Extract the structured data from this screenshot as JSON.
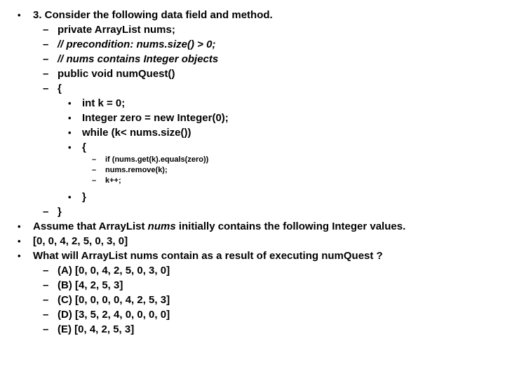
{
  "slide": {
    "background_color": "#ffffff",
    "text_color": "#000000",
    "markers": {
      "bullet": "•",
      "dash": "–"
    },
    "lines": [
      {
        "level": 1,
        "text": "3. Consider the following data field and method."
      },
      {
        "level": 2,
        "text": "private ArrayList nums;"
      },
      {
        "level": 2,
        "text": "// precondition: nums.size() > 0;",
        "italic": true
      },
      {
        "level": 2,
        "text": "// nums contains Integer objects",
        "italic": true
      },
      {
        "level": 2,
        "text": "public void numQuest()"
      },
      {
        "level": 2,
        "text": "{"
      },
      {
        "level": 3,
        "text": "int k = 0;"
      },
      {
        "level": 3,
        "text": "Integer zero = new Integer(0);"
      },
      {
        "level": 3,
        "text": "while (k< nums.size())"
      },
      {
        "level": 3,
        "text": "{"
      },
      {
        "level": 4,
        "text": "if (nums.get(k).equals(zero))"
      },
      {
        "level": 4,
        "text": "nums.remove(k);"
      },
      {
        "level": 4,
        "text": "k++;"
      },
      {
        "level": 3,
        "text": "}"
      },
      {
        "level": 2,
        "text": "}"
      },
      {
        "level": 1,
        "text_pre": "Assume that ArrayList ",
        "text_italic": "nums",
        "text_post": " initially contains the following Integer values."
      },
      {
        "level": 1,
        "text": "[0, 0, 4, 2, 5, 0, 3, 0]"
      },
      {
        "level": 1,
        "text": "What will ArrayList nums contain as a result of executing numQuest ?"
      },
      {
        "level": 2,
        "text": "(A) [0, 0, 4, 2, 5, 0, 3, 0]"
      },
      {
        "level": 2,
        "text": "(B) [4, 2, 5, 3]"
      },
      {
        "level": 2,
        "text": "(C) [0, 0, 0, 0, 4, 2, 5, 3]"
      },
      {
        "level": 2,
        "text": "(D) [3, 5, 2, 4, 0, 0, 0, 0]"
      },
      {
        "level": 2,
        "text": "(E) [0, 4, 2, 5, 3]"
      }
    ]
  }
}
